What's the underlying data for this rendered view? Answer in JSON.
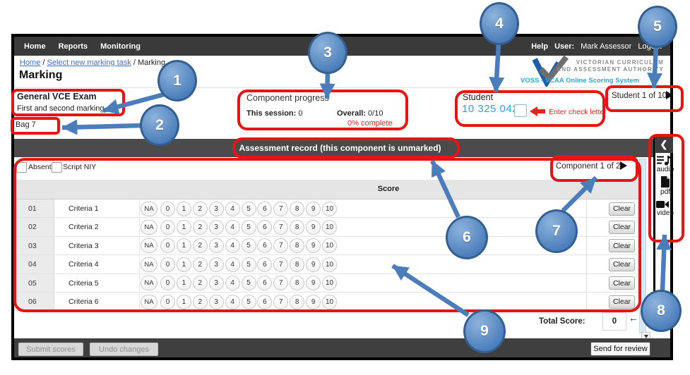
{
  "navbar": {
    "items": [
      "Home",
      "Reports",
      "Monitoring"
    ],
    "help": "Help",
    "user_label": "User:",
    "user_name": "Mark Assessor",
    "logout": "Logout"
  },
  "breadcrumb": {
    "home": "Home",
    "task": "Select new marking task",
    "current": "Marking"
  },
  "page_title": "Marking",
  "task_info": {
    "exam": "General VCE Exam",
    "marking_type": "First and second marking",
    "bag": "Bag 7"
  },
  "component_progress": {
    "title": "Component progress",
    "session_label": "This session:",
    "session_value": "0",
    "overall_label": "Overall:",
    "overall_value": "0/10",
    "percent_complete": "0% complete"
  },
  "student": {
    "label": "Student",
    "number": "10 325 042",
    "hint": "Enter check letter"
  },
  "student_nav": {
    "text": "Student 1 of 10"
  },
  "logo": {
    "line1": "VICTORIAN CURRICULUM",
    "line2": "AND ASSESSMENT AUTHORITY",
    "line3": "VOSS - VCAA Online Scoring System"
  },
  "assessment_bar": {
    "title": "Assessment record (this component is unmarked)"
  },
  "flags": {
    "absent": "Absent",
    "script_niy": "Script NIY"
  },
  "component_nav": {
    "text": "Component 1 of 2:"
  },
  "score_table": {
    "header": "Score",
    "na_label": "NA",
    "score_values": [
      "0",
      "1",
      "2",
      "3",
      "4",
      "5",
      "6",
      "7",
      "8",
      "9",
      "10"
    ],
    "clear_label": "Clear",
    "rows": [
      {
        "num": "01",
        "label": "Criteria 1"
      },
      {
        "num": "02",
        "label": "Criteria 2"
      },
      {
        "num": "03",
        "label": "Criteria 3"
      },
      {
        "num": "04",
        "label": "Criteria 4"
      },
      {
        "num": "05",
        "label": "Criteria 5"
      },
      {
        "num": "06",
        "label": "Criteria 6"
      }
    ]
  },
  "totals": {
    "label": "Total Score:",
    "value": "0"
  },
  "footer": {
    "submit": "Submit scores",
    "undo": "Undo changes",
    "send": "Send for review"
  },
  "side_panel": {
    "collapse": "❮",
    "audio": "audio",
    "pdf": "pdf",
    "video": "video"
  },
  "callouts": [
    "1",
    "2",
    "3",
    "4",
    "5",
    "6",
    "7",
    "8",
    "9"
  ],
  "colors": {
    "annotation_red": "#e81313",
    "callout_blue": "#4a7dba",
    "callout_border": "#345f92",
    "link_blue": "#3a6fd0",
    "student_blue": "#2e9fd8",
    "voss_blue": "#29a8e0",
    "alert_red": "#e8231c"
  }
}
